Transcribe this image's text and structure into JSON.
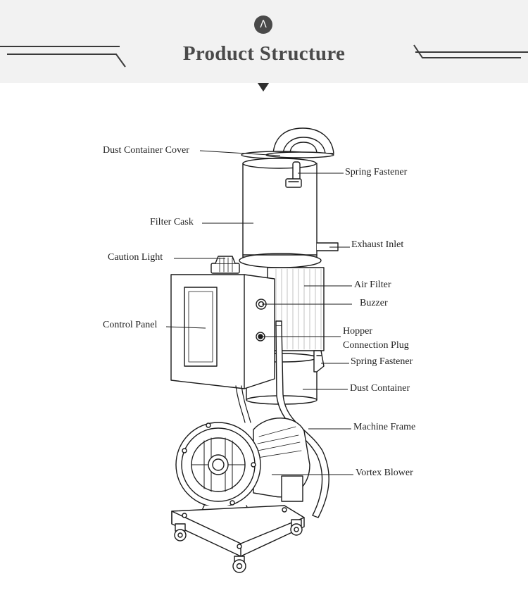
{
  "header": {
    "icon": "chevron-up-circle-icon",
    "title": "Product Structure",
    "arrow": "down-triangle-icon"
  },
  "labels": {
    "dust_container_cover": "Dust Container Cover",
    "spring_fastener_top": "Spring Fastener",
    "filter_cask": "Filter Cask",
    "exhaust_inlet": "Exhaust Inlet",
    "caution_light": "Caution Light",
    "air_filter": "Air Filter",
    "buzzer": "Buzzer",
    "control_panel": "Control Panel",
    "hopper_line1": "Hopper",
    "hopper_line2": "Connection Plug",
    "spring_fastener_bottom": "Spring Fastener",
    "dust_container": "Dust Container",
    "machine_frame": "Machine Frame",
    "vortex_blower": "Vortex Blower"
  },
  "colors": {
    "header_band": "#f2f2f2",
    "title": "#4a4a4a",
    "line_art": "#1a1a1a"
  }
}
